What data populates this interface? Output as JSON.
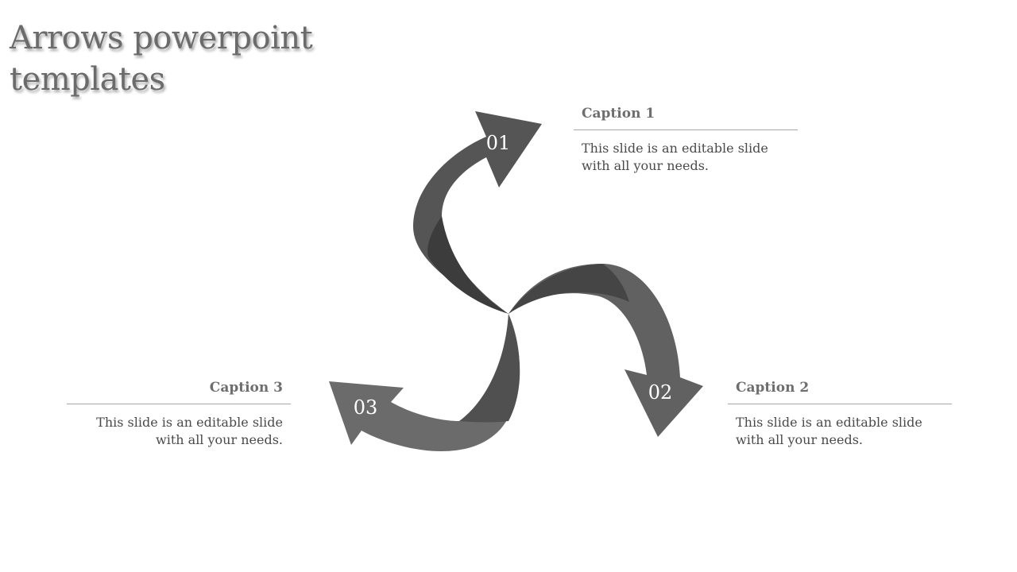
{
  "slide": {
    "title_line1": "Arrows powerpoint",
    "title_line2": "templates"
  },
  "arrows": [
    {
      "number": "01",
      "color": "#555555",
      "shade": "#3c3c3c"
    },
    {
      "number": "02",
      "color": "#616161",
      "shade": "#454545"
    },
    {
      "number": "03",
      "color": "#6b6b6b",
      "shade": "#505050"
    }
  ],
  "captions": [
    {
      "title": "Caption 1",
      "line1": "This slide is an editable slide",
      "line2": "with all your needs."
    },
    {
      "title": "Caption 2",
      "line1": "This slide is an editable slide",
      "line2": "with all your needs."
    },
    {
      "title": "Caption 3",
      "line1": "This slide is an editable slide",
      "line2": "with all your needs."
    }
  ]
}
